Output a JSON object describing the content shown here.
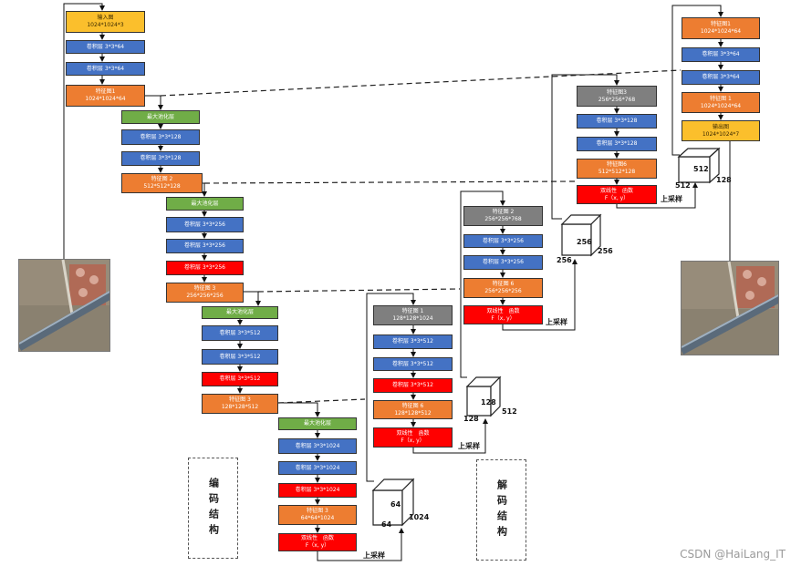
{
  "encoder": {
    "input": {
      "title": "输入图",
      "size": "1024*1024*3"
    },
    "conv1a": "卷积层 3*3*64",
    "conv1b": "卷积层 3*3*64",
    "fmap1": {
      "title": "特征图1",
      "size": "1024*1024*64"
    },
    "pool1": "最大池化层",
    "conv2a": "卷积层 3*3*128",
    "conv2b": "卷积层 3*3*128",
    "fmap2": {
      "title": "特征图 2",
      "size": "512*512*128"
    },
    "pool2": "最大池化层",
    "conv3a": "卷积层 3*3*256",
    "conv3b": "卷积层 3*3*256",
    "conv3c": "卷积层 3*3*256",
    "fmap3": {
      "title": "特征图 3",
      "size": "256*256*256"
    },
    "pool3": "最大池化层",
    "conv4a": "卷积层 3*3*512",
    "conv4b": "卷积层 3*3*512",
    "conv4c": "卷积层 3*3*512",
    "fmap4": {
      "title": "特征图 3",
      "size": "128*128*512"
    },
    "pool4": "最大池化层",
    "conv5a": "卷积层 3*3*1024",
    "conv5b": "卷积层 3*3*1024",
    "conv5c": "卷积层 3*3*1024",
    "fmap5": {
      "title": "特征图 3",
      "size": "64*64*1024"
    },
    "bilinear5": {
      "title": "双线性　函数",
      "formula": "F（x, y）"
    }
  },
  "decoder": {
    "d1_gray": {
      "title": "特征图 1",
      "size": "128*128*1024"
    },
    "d1_conv_a": "卷积层 3*3*512",
    "d1_conv_b": "卷积层 3*3*512",
    "d1_conv_c": "卷积层 3*3*512",
    "d1_fmap": {
      "title": "特征图 6",
      "size": "128*128*512"
    },
    "d1_bilinear": {
      "title": "双线性　函数",
      "formula": "F（x, y）"
    },
    "d2_gray": {
      "title": "特征图 2",
      "size": "256*256*768"
    },
    "d2_conv_a": "卷积层 3*3*256",
    "d2_conv_b": "卷积层 3*3*256",
    "d2_fmap": {
      "title": "特征图 6",
      "size": "256*256*256"
    },
    "d2_bilinear": {
      "title": "双线性　函数",
      "formula": "F（x, y）"
    },
    "d3_gray": {
      "title": "特征图3",
      "size": "256*256*768"
    },
    "d3_conv_a": "卷积层 3*3*128",
    "d3_conv_b": "卷积层 3*3*128",
    "d3_fmap": {
      "title": "特征图6",
      "size": "512*512*128"
    },
    "d3_bilinear": {
      "title": "双线性　函数",
      "formula": "F（x, y）"
    },
    "top_fmap_a": {
      "title": "特征图1",
      "size": "1024*1024*64"
    },
    "top_conv_a": "卷积层 3*3*64",
    "top_conv_b": "卷积层 3*3*64",
    "top_fmap_b": {
      "title": "特征图 1",
      "size": "1024*1024*64"
    },
    "output": {
      "title": "输出图",
      "size": "1024*1024*7"
    }
  },
  "cubes": {
    "c64": {
      "front": "64",
      "bottom": "64",
      "side": "1024"
    },
    "c128": {
      "front": "128",
      "bottom": "128",
      "side": "512"
    },
    "c256": {
      "front": "256",
      "bottom": "256",
      "side": "256"
    },
    "c512": {
      "front": "512",
      "bottom": "512",
      "side": "128"
    }
  },
  "upsample_label": "上采样",
  "labels": {
    "encoder": "编码结构",
    "decoder": "解码结构"
  },
  "watermark": "CSDN @HaiLang_IT",
  "colors": {
    "yellow": "#fbbf2c",
    "blue": "#4472c4",
    "orange": "#ed7d31",
    "green": "#70ad47",
    "gray": "#7f7f7f",
    "red": "#ff0000"
  }
}
